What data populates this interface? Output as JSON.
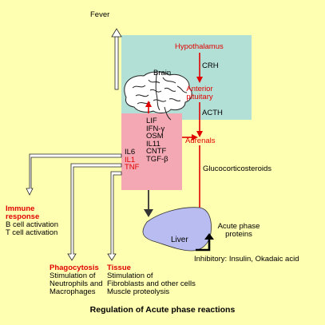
{
  "fever": "Fever",
  "hypothalamus": "Hypothalamus",
  "crh": "CRH",
  "brain": "Brain",
  "anterior_pituitary": [
    "Anterior",
    "pituitary"
  ],
  "acth": "ACTH",
  "adrenals": "Adrenals",
  "glucocorticosteroids": "Glucocorticosteroids",
  "cytokines_left": [
    {
      "label": "IL6",
      "color": "#000000"
    },
    {
      "label": "IL1",
      "color": "#e00000"
    },
    {
      "label": "TNF",
      "color": "#e00000"
    }
  ],
  "cytokines_right": [
    "LIF",
    "IFN-γ",
    "OSM",
    "IL11",
    "CNTF",
    "TGF-β"
  ],
  "immune_response": {
    "title": [
      "Immune",
      "response"
    ],
    "lines": [
      "B cell activation",
      "T cell activation"
    ]
  },
  "phagocytosis": {
    "title": "Phagocytosis",
    "lines": [
      "Stimulation of",
      "Neutrophils and",
      "Macrophages"
    ]
  },
  "tissue": {
    "title": "Tissue",
    "lines": [
      "Stimulation of",
      "Fibroblasts and other cells",
      "Muscle proteolysis"
    ]
  },
  "liver": "Liver",
  "acute_phase_proteins": [
    "Acute phase",
    "proteins"
  ],
  "inhibitory": "Inhibitory: Insulin, Okadaic acid",
  "caption": "Regulation of Acute phase reactions",
  "colors": {
    "background": "#ffffb2",
    "brain_panel": "#b3e0d6",
    "cytokine_panel": "#f4a8b4",
    "liver": "#b8bcf0",
    "accent_red": "#e00000"
  }
}
